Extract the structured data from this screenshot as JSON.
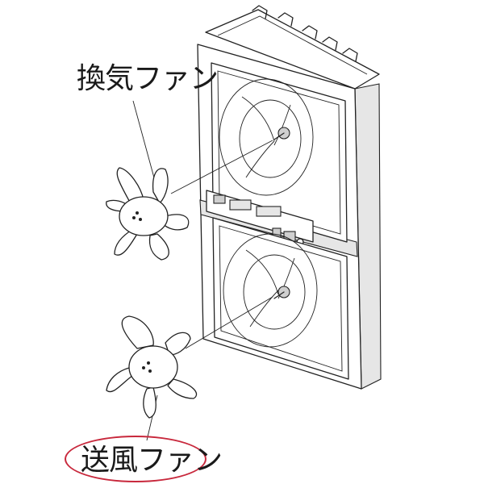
{
  "labels": {
    "top_fan": "換気ファン",
    "bottom_fan": "送風ファン"
  },
  "colors": {
    "line": "#222222",
    "highlight": "#c8283c",
    "background": "#ffffff"
  },
  "icons": [
    "ventilation-fan-blade",
    "blower-fan-blade",
    "dual-fan-housing"
  ]
}
